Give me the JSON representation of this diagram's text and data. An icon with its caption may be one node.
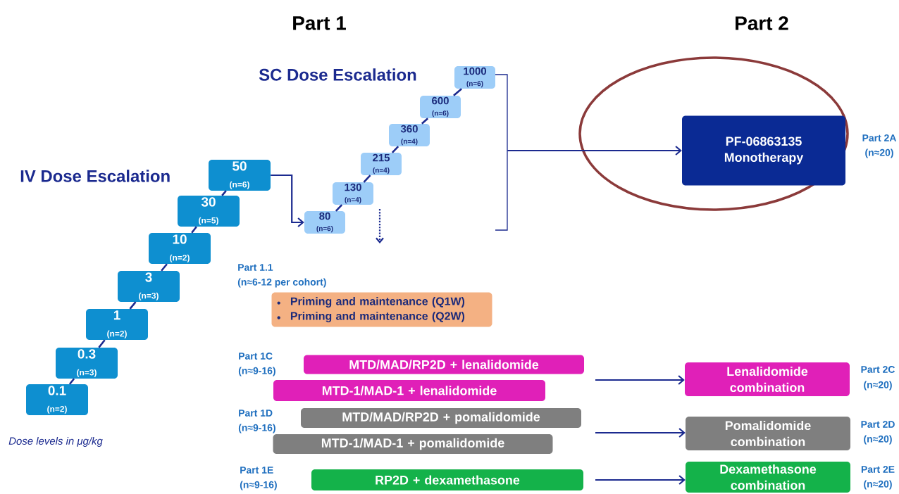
{
  "diagram": {
    "nodes": [
      {
        "text": [
          "0.1",
          "(n=2)"
        ]
      },
      {
        "text": [
          "0.3",
          "(n=3)"
        ]
      },
      {
        "text": [
          "1",
          "(n=2)"
        ]
      },
      {
        "text": [
          "3",
          "(n=3)"
        ]
      },
      {
        "text": [
          "10",
          "(n=2)"
        ]
      },
      {
        "text": [
          "30",
          "(n=5)"
        ]
      },
      {
        "text": [
          "50",
          "(n=6)"
        ]
      },
      {
        "text": [
          "80",
          "(n=6)"
        ]
      },
      {
        "text": [
          "130",
          "(n=4)"
        ]
      },
      {
        "text": [
          "215",
          "(n=4)"
        ]
      },
      {
        "text": [
          "360",
          "(n=4)"
        ]
      },
      {
        "text": [
          "600",
          "(n=6)"
        ]
      },
      {
        "text": [
          "1000",
          "(n=6)"
        ]
      },
      {
        "text": [
          "PF-06863135 Monotherapy"
        ],
        "beside": [
          "Part 2A",
          "(n≈20)"
        ]
      },
      {
        "text": [
          "Priming and maintenance (Q1W)",
          "Priming and maintenance (Q2W)"
        ],
        "beside": [
          "Part 1.1",
          "(n≈6-12 per cohort)"
        ]
      },
      {
        "text": [
          "MTD/MAD/RP2D + lenalidomide"
        ]
      },
      {
        "text": [
          "MTD-1/MAD-1 + lenalidomide"
        ]
      },
      {
        "text": [
          "MTD/MAD/RP2D + pomalidomide"
        ]
      },
      {
        "text": [
          "MTD-1/MAD-1 + pomalidomide"
        ]
      },
      {
        "text": [
          "RP2D + dexamethasone"
        ]
      },
      {
        "text": [
          "Lenalidomide combination"
        ],
        "beside": [
          "Part 2C",
          "(n≈20)"
        ]
      },
      {
        "text": [
          "Pomalidomide combination"
        ],
        "beside": [
          "Part 2D",
          "(n≈20)"
        ]
      },
      {
        "text": [
          "Dexamethasone combination"
        ],
        "beside": [
          "Part 2E",
          "(n≈20)"
        ]
      },
      {
        "text": [],
        "shape": "bracket"
      }
    ],
    "edges": [
      {
        "from": 0,
        "to": 1,
        "arrow": "none"
      },
      {
        "from": 1,
        "to": 2,
        "arrow": "none"
      },
      {
        "from": 2,
        "to": 3,
        "arrow": "none"
      },
      {
        "from": 3,
        "to": 4,
        "arrow": "none"
      },
      {
        "from": 4,
        "to": 5,
        "arrow": "none"
      },
      {
        "from": 5,
        "to": 6,
        "arrow": "none"
      },
      {
        "from": 6,
        "to": 7,
        "arrow": "to"
      },
      {
        "from": 7,
        "to": 8,
        "arrow": "none"
      },
      {
        "from": 8,
        "to": 9,
        "arrow": "none"
      },
      {
        "from": 9,
        "to": 10,
        "arrow": "none"
      },
      {
        "from": 10,
        "to": 11,
        "arrow": "none"
      },
      {
        "from": 11,
        "to": 12,
        "arrow": "none"
      },
      {
        "from": 23,
        "to": 13,
        "arrow": "to"
      },
      {
        "from": null,
        "to": 20,
        "arrow": "to"
      },
      {
        "from": null,
        "to": 21,
        "arrow": "to"
      },
      {
        "from": null,
        "to": 22,
        "arrow": "to"
      }
    ],
    "labels": [
      "Part 1",
      "Part 2",
      "SC Dose Escalation",
      "IV Dose Escalation",
      "Part 1C",
      "(n≈9-16)",
      "Part 1D",
      "(n≈9-16)",
      "Dose levels in μg/kg",
      "Part 1E",
      "(n≈9-16)"
    ]
  }
}
